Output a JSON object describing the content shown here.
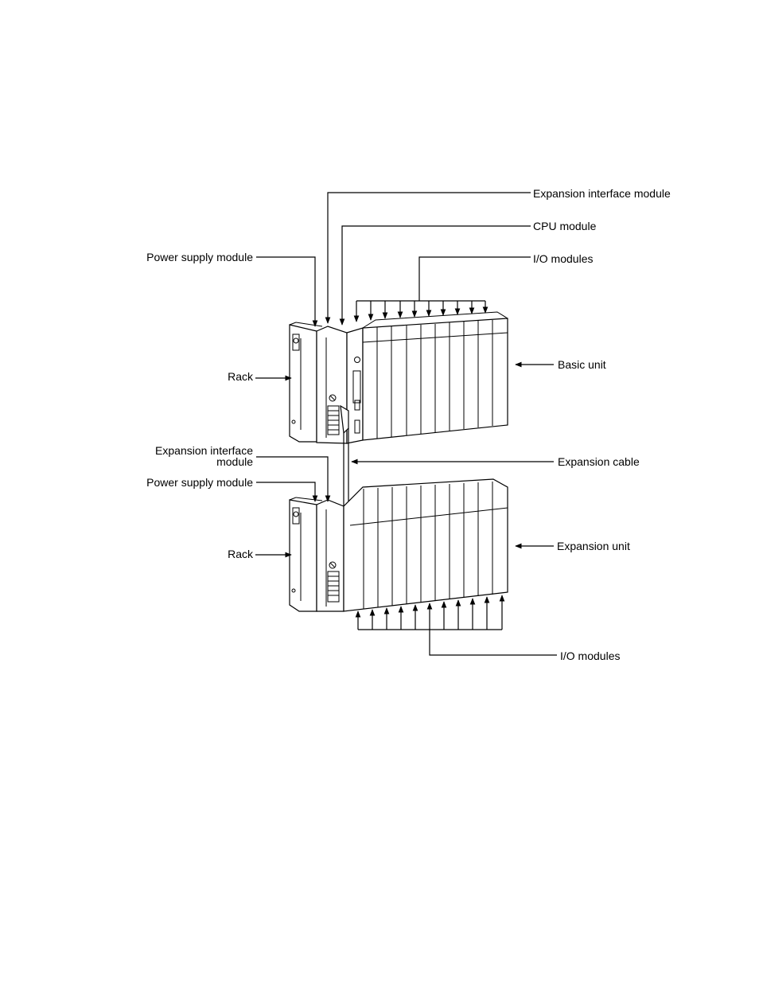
{
  "labels": {
    "expansion_interface_module_top": "Expansion interface module",
    "cpu_module": "CPU module",
    "io_modules_top": "I/O modules",
    "power_supply_module_top": "Power supply module",
    "rack_top": "Rack",
    "basic_unit": "Basic unit",
    "expansion_interface_line1": "Expansion interface",
    "expansion_interface_line2": "module",
    "expansion_cable": "Expansion cable",
    "power_supply_module_bottom": "Power supply module",
    "rack_bottom": "Rack",
    "expansion_unit": "Expansion unit",
    "io_modules_bottom": "I/O modules"
  },
  "colors": {
    "ink": "#000000",
    "paper": "#ffffff"
  }
}
